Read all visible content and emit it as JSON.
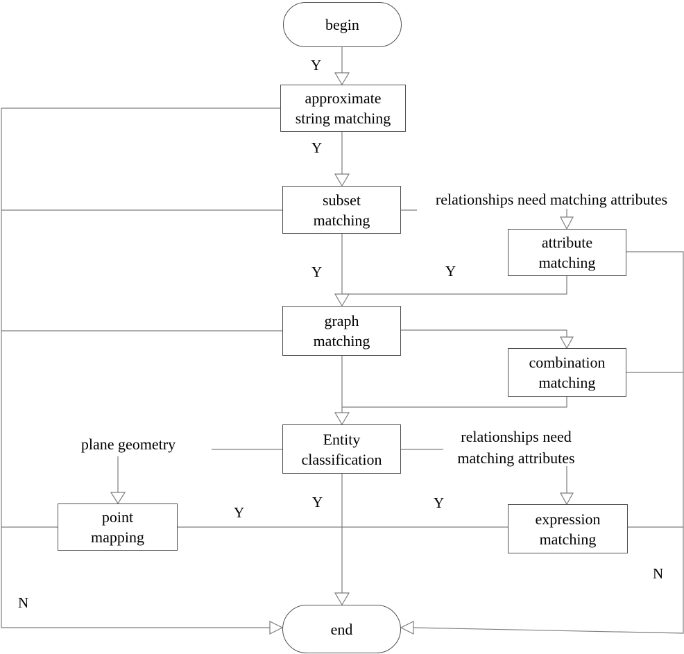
{
  "diagram": {
    "type": "flowchart",
    "colors": {
      "background": "#ffffff",
      "line": "#7d7d7d",
      "node_border": "#4f4f4f",
      "text": "#000000"
    },
    "nodes": {
      "begin": "begin",
      "approximate_string_matching": [
        "approximate",
        "string matching"
      ],
      "subset_matching": [
        "subset",
        "matching"
      ],
      "attribute_matching": [
        "attribute",
        "matching"
      ],
      "graph_matching": [
        "graph",
        "matching"
      ],
      "combination_matching": [
        "combination",
        "matching"
      ],
      "entity_classification": [
        "Entity",
        "classification"
      ],
      "point_mapping": [
        "point",
        "mapping"
      ],
      "expression_matching": [
        "expression",
        "matching"
      ],
      "end": "end"
    },
    "annotations": {
      "relationships_top": "relationships need matching attributes",
      "relationships_mid": [
        "relationships need",
        "matching attributes"
      ],
      "plane_geometry": "plane geometry"
    },
    "edge_labels": {
      "begin_to_approx": "Y",
      "approx_to_subset": "Y",
      "subset_to_graph": "Y",
      "attribute_to_graph": "Y",
      "point_mapping_out": "Y",
      "entity_to_end": "Y",
      "expression_in": "Y",
      "left_rail_to_end": "N",
      "right_rail_to_end": "N"
    }
  }
}
